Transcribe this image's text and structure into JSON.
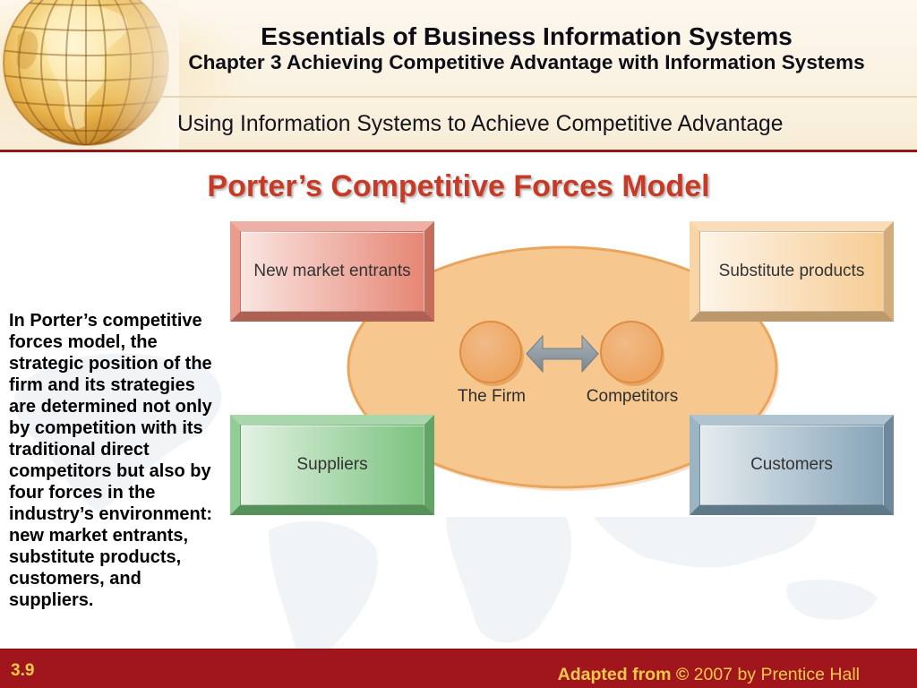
{
  "header": {
    "title": "Essentials of Business Information Systems",
    "subtitle": "Chapter 3 Achieving Competitive Advantage with Information Systems",
    "section": "Using Information Systems to Achieve Competitive Advantage"
  },
  "slide": {
    "title": "Porter’s Competitive Forces Model",
    "body": "In Porter’s competitive forces model, the strategic position of the firm and its strategies are determined not only by competition with its traditional direct competitors but also by four forces in the industry’s environment: new market entrants, substitute products, customers, and suppliers."
  },
  "diagram": {
    "forces": {
      "new_market_entrants": "New market entrants",
      "substitute_products": "Substitute products",
      "suppliers": "Suppliers",
      "customers": "Customers"
    },
    "firm": "The Firm",
    "competitors": "Competitors"
  },
  "footer": {
    "slide_number": "3.9",
    "credit_bold": "Adapted from ©",
    "credit": "2007 by Prentice Hall"
  },
  "colors": {
    "title_red": "#c83a25",
    "footer_red": "#a0161c",
    "footer_text_gold": "#f3c94c",
    "new_market_entrants": "#e57f6c",
    "substitute_products": "#f6c98e",
    "suppliers": "#72bf76",
    "customers": "#7f9fb4",
    "industry_ellipse": "#f7c790",
    "firm_circle": "#eda45f"
  }
}
